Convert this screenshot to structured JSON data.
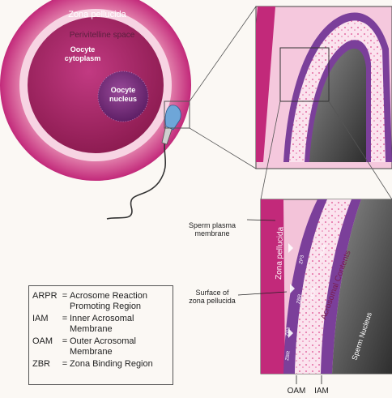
{
  "oocyte": {
    "zona_label": "Zona pellucida",
    "perivitelline_label": "Perivitelline space",
    "cytoplasm_label": "Oocyte\ncytoplasm",
    "nucleus_label": "Oocyte\nnucleus"
  },
  "detail": {
    "sperm_plasma_label": "Sperm plasma\nmembrane",
    "surface_label": "Surface of\nzona pellucida",
    "zona_rotated_label": "Zona pellucida",
    "acrosomal_label": "Acrosomal Contents",
    "nucleus_label": "Sperm Nucleus",
    "zp3_label": "ZP3",
    "zbr_label": "ZBR",
    "arpr_label": "ARPR",
    "oam_label": "OAM",
    "iam_label": "IAM"
  },
  "legend": [
    {
      "key": "ARPR",
      "eq": "=",
      "def": "Acrosome Reaction\nPromoting Region"
    },
    {
      "key": "IAM",
      "eq": "=",
      "def": "Inner Acrosomal\nMembrane"
    },
    {
      "key": "OAM",
      "eq": "=",
      "def": "Outer Acrosomal\nMembrane"
    },
    {
      "key": "ZBR",
      "eq": "=",
      "def": "Zona Binding Region"
    }
  ],
  "colors": {
    "zona": "#c2297a",
    "cytoplasm": "#a8245f",
    "nucleus": "#7a2a7a",
    "perivitelline": "#f4cfe0",
    "sperm_nucleus": "#3d3d3d",
    "membrane_purple": "#7b4ba0"
  }
}
